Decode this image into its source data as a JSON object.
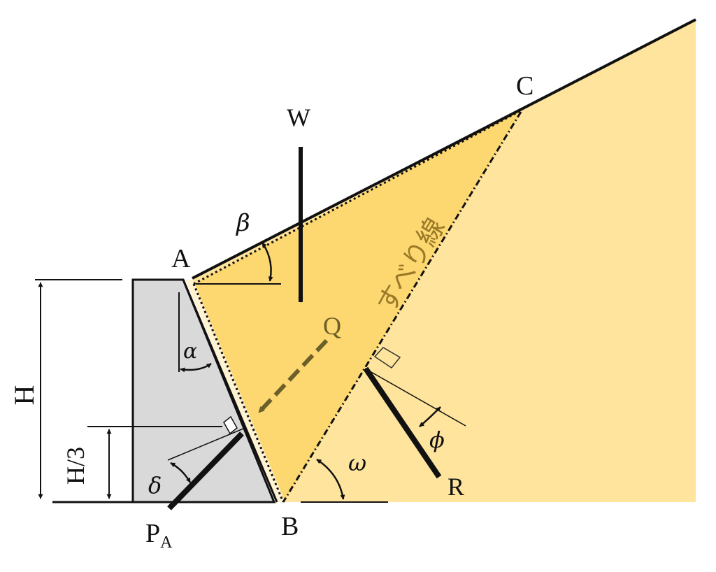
{
  "labels": {
    "A": "A",
    "B": "B",
    "C": "C",
    "W": "W",
    "Q": "Q",
    "R": "R",
    "H": "H",
    "H3": "H/3",
    "PA_main": "P",
    "PA_sub": "A",
    "slip_line": "すべり線"
  },
  "angles": {
    "alpha": "α",
    "beta": "β",
    "delta": "δ",
    "phi": "ϕ",
    "omega": "ω"
  },
  "colors": {
    "wall": "#d9d9da",
    "wedge": "#fdd76f",
    "soil": "#fee49c",
    "wall_face": "#fff3d2",
    "q_arrow": "#6b5f2a",
    "slip_text": "#9a7a28"
  }
}
